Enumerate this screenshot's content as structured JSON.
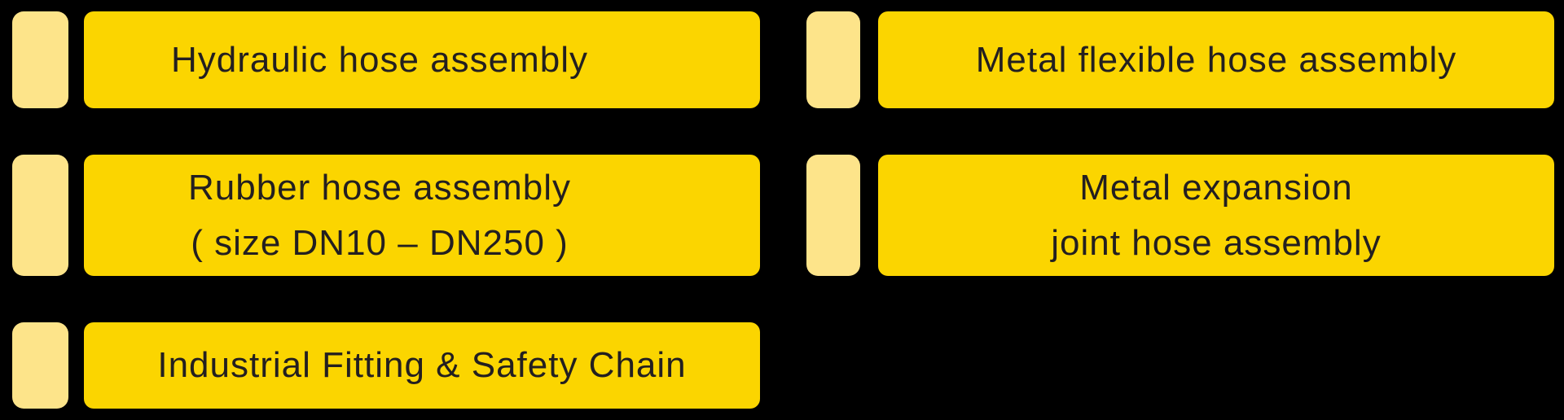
{
  "colors": {
    "page_bg": "#000000",
    "card_yellow": "#FBD500",
    "accent_yellow": "#FDE48A",
    "text_dark": "#231F20"
  },
  "cards": [
    {
      "id": "hydraulic-hose-assembly",
      "lines": [
        "Hydraulic hose assembly"
      ]
    },
    {
      "id": "metal-flexible-hose-assembly",
      "lines": [
        "Metal flexible hose assembly"
      ]
    },
    {
      "id": "rubber-hose-assembly",
      "lines": [
        "Rubber hose assembly",
        "( size DN10 – DN250 )"
      ]
    },
    {
      "id": "metal-expansion-joint",
      "lines": [
        "Metal expansion",
        "joint hose assembly"
      ]
    },
    {
      "id": "industrial-fitting-chain",
      "lines": [
        "Industrial Fitting & Safety Chain"
      ]
    }
  ]
}
